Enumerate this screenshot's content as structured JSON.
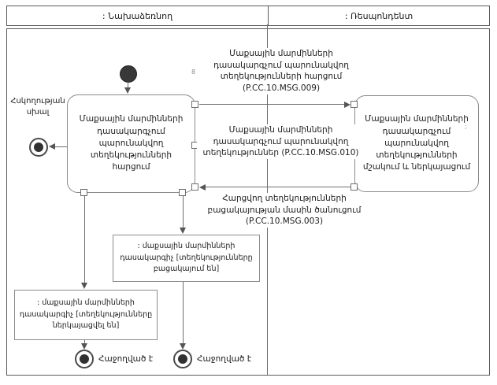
{
  "diagram": {
    "lanes": {
      "initiator": ": Նախաձեռնող",
      "respondent": ": Ռեսպոնդենտ"
    },
    "activities": {
      "request": "Մաքսային մարմինների դասակարգչում պարունակվող տեղեկությունների հարցում",
      "process": "Մաքսային մարմինների դասակարգչում պարունակվող տեղեկությունների մշակում և ներկայացում"
    },
    "objects": {
      "missing": ": մաքսային մարմինների դասակարգիչ [տեղեկությունները բացակայում են]",
      "presented": ": մաքսային մարմինների դասակարգիչ [տեղեկությունները ներկայացվել են]"
    },
    "messages": {
      "msg009": "Մաքսային մարմինների դասակարգչում պարունակվող տեղեկությունների հարցում (P.CC.10.MSG.009)",
      "msg010": "Մաքսային մարմինների դասակարգչում պարունակվող տեղեկություններ (P.CC.10.MSG.010)",
      "msg003": "Հարցվող տեղեկությունների բացակայության մասին ծանուցում (P.CC.10.MSG.003)"
    },
    "terminals": {
      "control_error": "Հսկողության սխալ",
      "success_left": "Հաջողված է",
      "success_right": "Հաջողված է"
    },
    "icons": {
      "note_mark_left": "8",
      "note_mark_right": ";"
    },
    "colors": {
      "line": "#6e6e6e",
      "box_border": "#8c8c8c",
      "frame_border": "#5a5a5a",
      "text": "#1c1c1c",
      "node_fill": "#333333",
      "background": "#ffffff"
    }
  }
}
